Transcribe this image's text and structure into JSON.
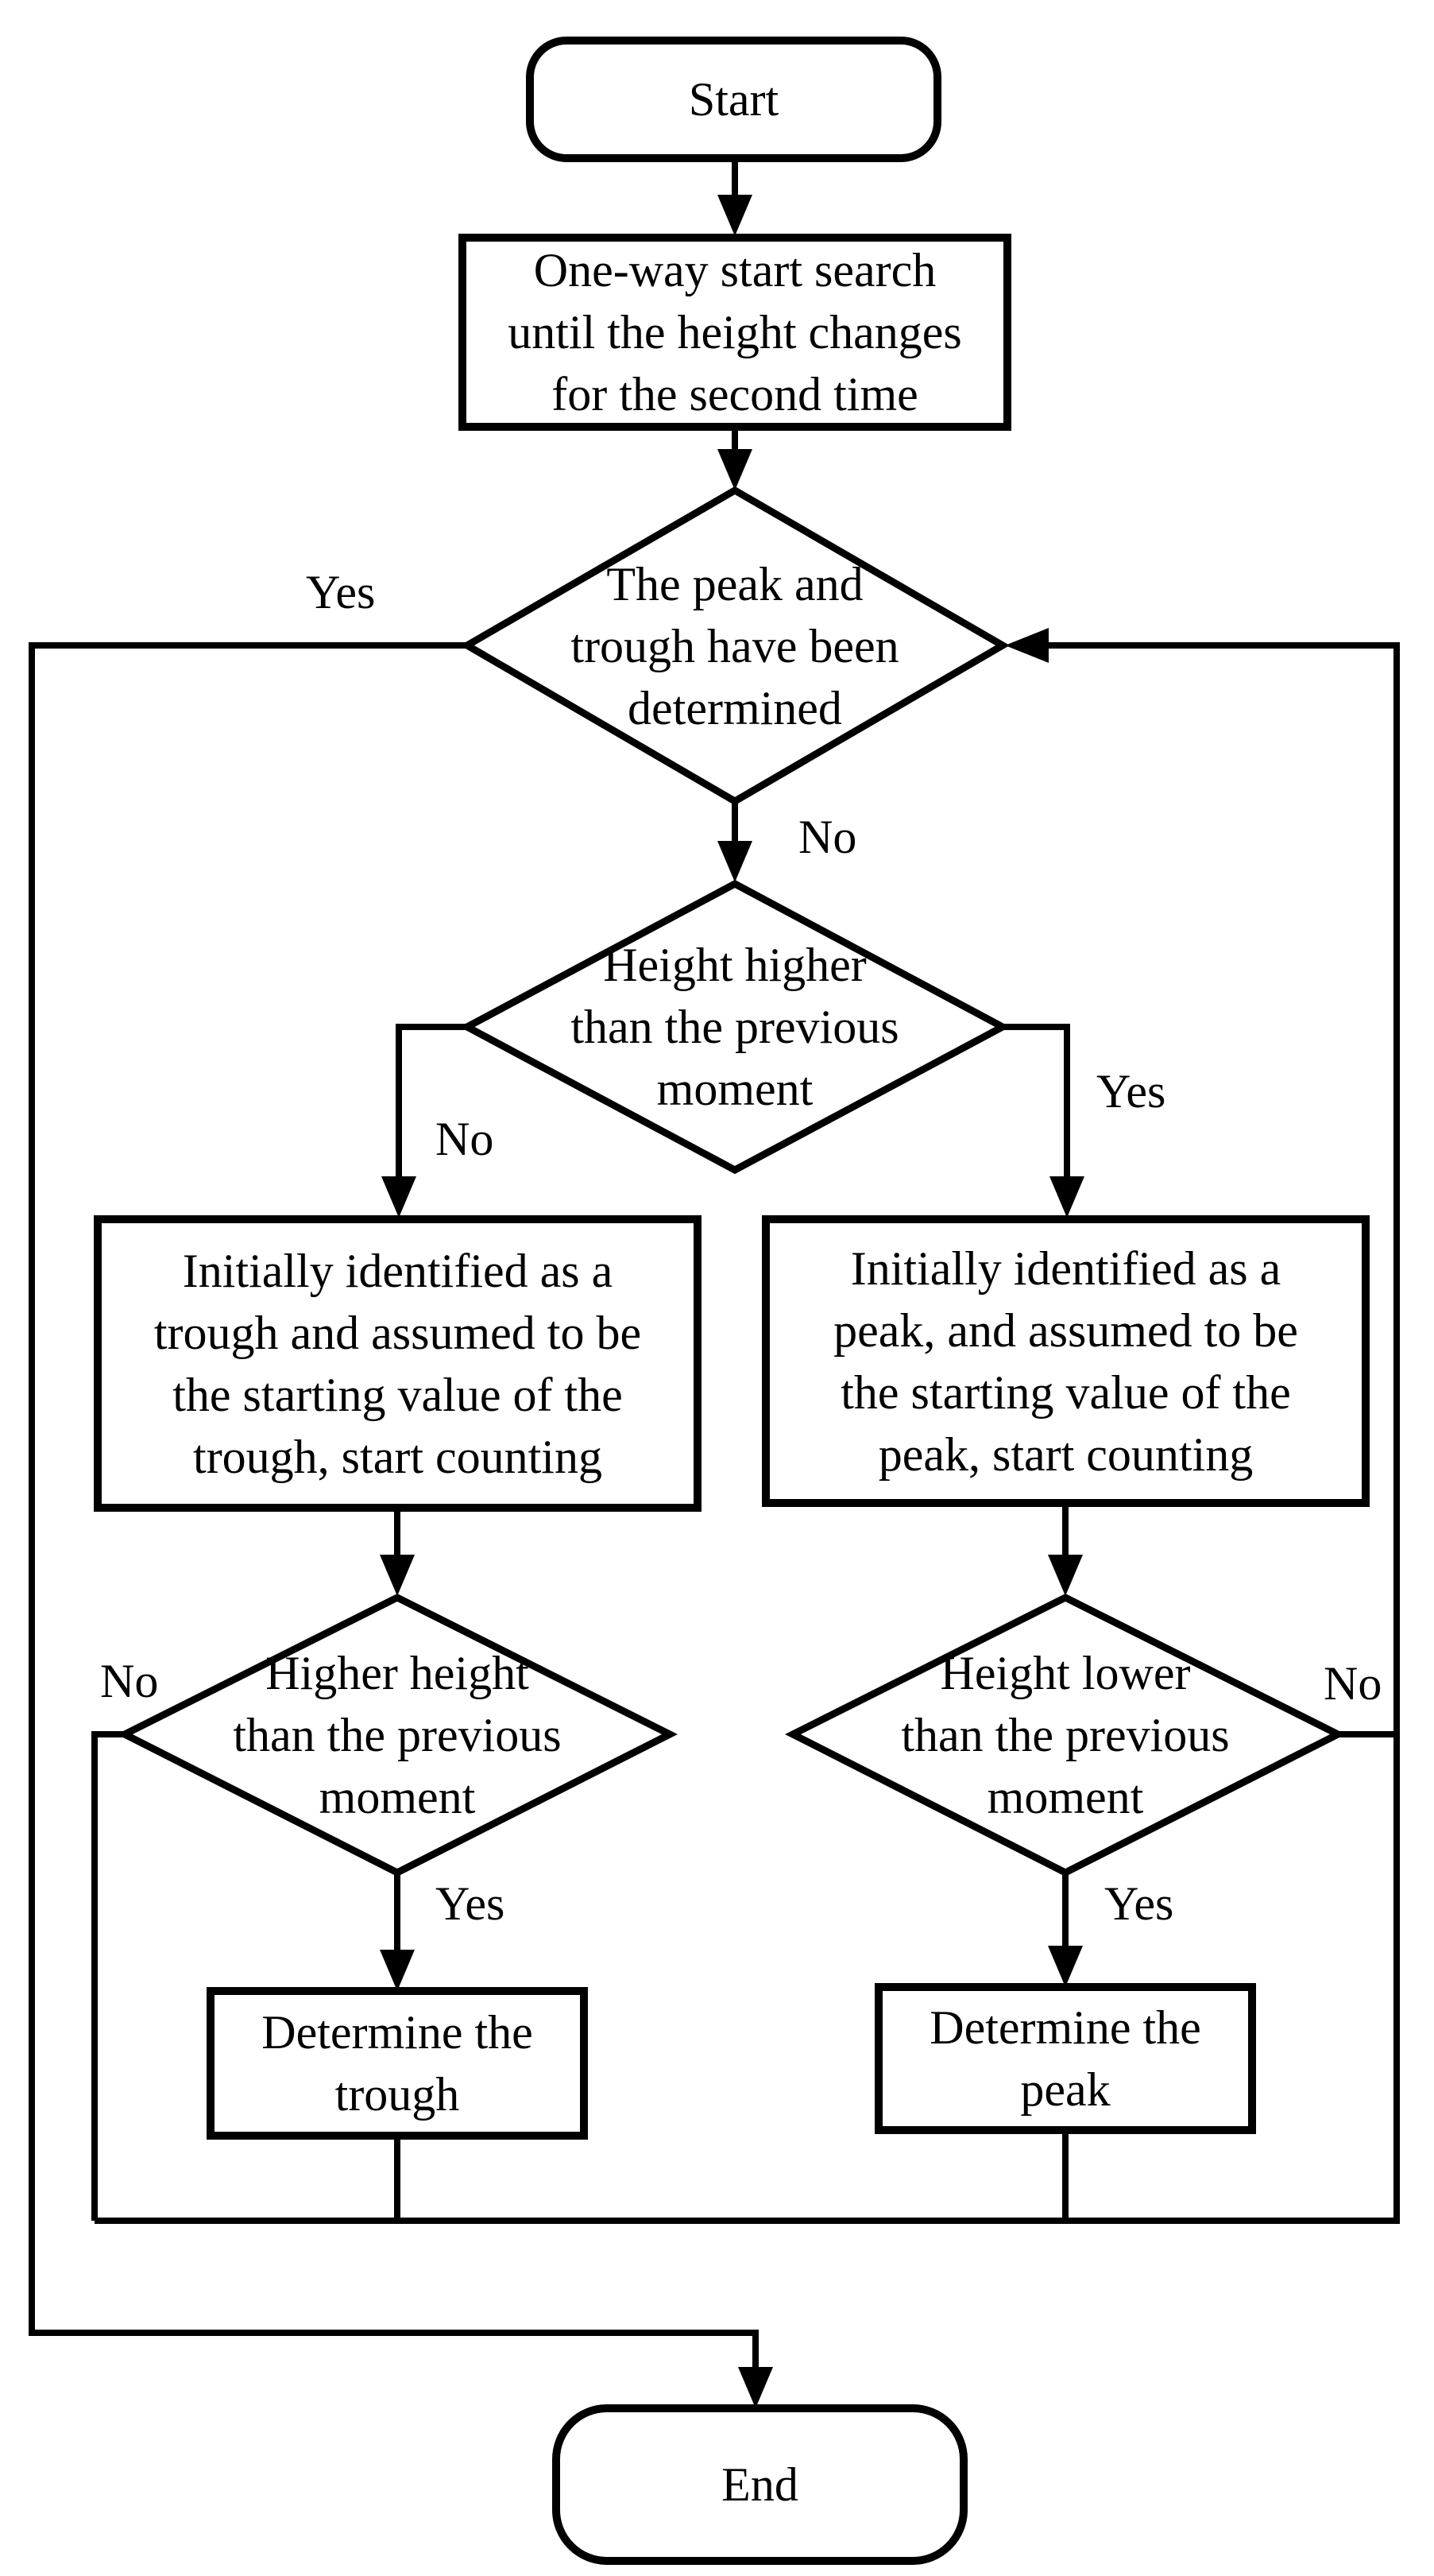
{
  "figure": {
    "background": "#ffffff",
    "stroke_color": "#000000",
    "nodes": {
      "start": {
        "type": "terminator",
        "label": "Start"
      },
      "one_way_search": {
        "type": "process",
        "label": "One-way start search\nuntil the height changes\nfor the second time"
      },
      "peak_trough_determined": {
        "type": "decision",
        "label": "The peak and\ntrough have been\ndetermined"
      },
      "height_higher": {
        "type": "decision",
        "label": "Height higher\nthan the previous\nmoment"
      },
      "identify_trough": {
        "type": "process",
        "label": "Initially identified as a\ntrough and assumed to be\nthe starting value of the\ntrough, start counting"
      },
      "identify_peak": {
        "type": "process",
        "label": "Initially identified as a\npeak, and assumed to be\nthe starting value of the\npeak, start counting"
      },
      "higher_height": {
        "type": "decision",
        "label": "Higher height\nthan the previous\nmoment"
      },
      "height_lower": {
        "type": "decision",
        "label": "Height lower\nthan the previous\nmoment"
      },
      "determine_trough": {
        "type": "process",
        "label": "Determine the\ntrough"
      },
      "determine_peak": {
        "type": "process",
        "label": "Determine the\npeak"
      },
      "end": {
        "type": "terminator",
        "label": "End"
      }
    },
    "edges": {
      "d1_yes": {
        "from": "peak_trough_determined",
        "to": "end",
        "label": "Yes"
      },
      "d1_no": {
        "from": "peak_trough_determined",
        "to": "height_higher",
        "label": "No"
      },
      "d2_no": {
        "from": "height_higher",
        "to": "identify_trough",
        "label": "No"
      },
      "d2_yes": {
        "from": "height_higher",
        "to": "identify_peak",
        "label": "Yes"
      },
      "d3_no": {
        "from": "higher_height",
        "to": "peak_trough_determined",
        "label": "No"
      },
      "d3_yes": {
        "from": "higher_height",
        "to": "determine_trough",
        "label": "Yes"
      },
      "d4_yes": {
        "from": "height_lower",
        "to": "determine_peak",
        "label": "Yes"
      },
      "d4_no": {
        "from": "height_lower",
        "to": "peak_trough_determined",
        "label": "No"
      }
    }
  }
}
